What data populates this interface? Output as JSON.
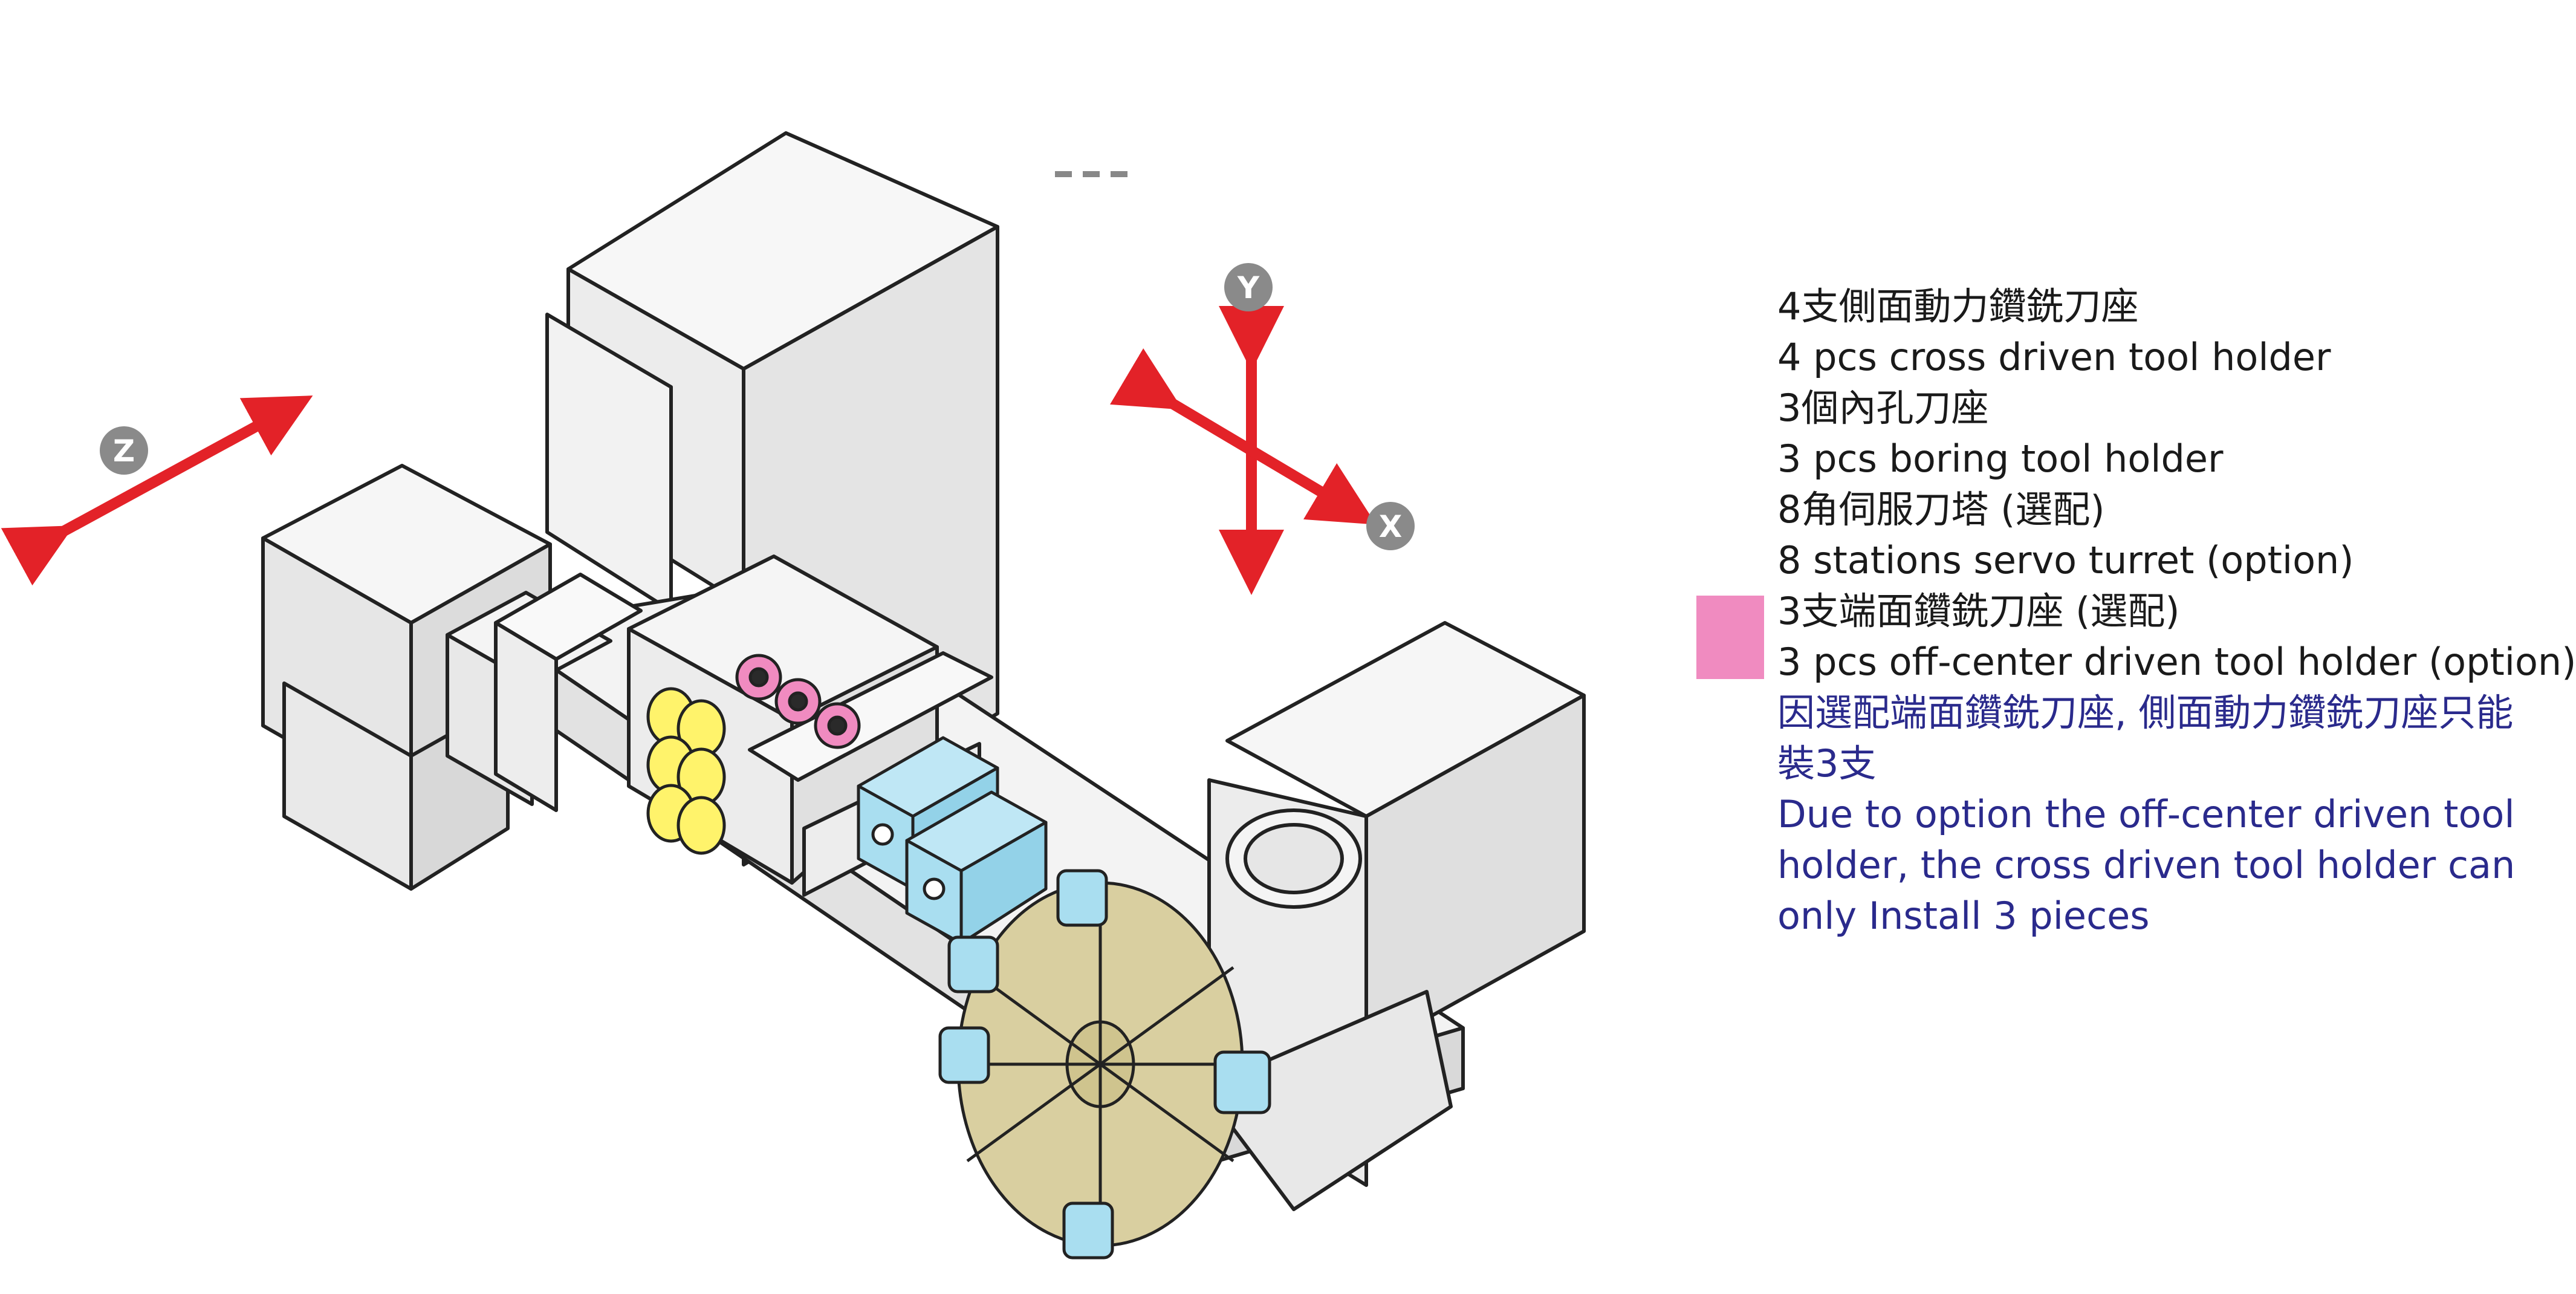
{
  "axes": {
    "y": "Y",
    "x": "X",
    "z": "Z"
  },
  "colors": {
    "arrow": "#e32228",
    "axis_badge": "#8a8a8a",
    "driven_tool_holder": "#a9def0",
    "boring_holder": "#fff36b",
    "off_center_holder": "#f08bc0",
    "turret_disc": "#d9cfa0",
    "body": "#efefef",
    "outline": "#222222"
  },
  "legend": {
    "items": [
      {
        "zh": "4支側面動力鑽銑刀座",
        "en": "4 pcs cross driven tool holder"
      },
      {
        "zh": "3個內孔刀座",
        "en": "3 pcs boring tool holder"
      },
      {
        "zh": "8角伺服刀塔 (選配)",
        "en": "8 stations servo turret (option)"
      },
      {
        "zh": "3支端面鑽銑刀座 (選配)",
        "en": "3 pcs off-center driven tool holder (option)"
      }
    ],
    "note_zh": "因選配端面鑽銑刀座, 側面動力鑽銑刀座只能裝3支",
    "note_en": "Due to option the off-center driven tool holder, the cross driven tool holder can only Install 3 pieces"
  }
}
